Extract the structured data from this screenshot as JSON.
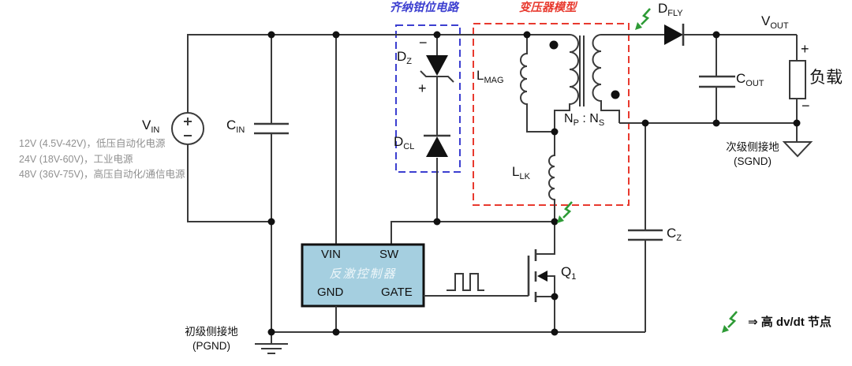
{
  "colors": {
    "wire": "#3a3a3a",
    "ink": "#111111",
    "clamp-blue": "#3c3fd0",
    "transformer-red": "#e8392e",
    "dvdt-green": "#2e9b36",
    "controller-fill": "#a5cfe0",
    "note-gray": "#909090",
    "controller-title": "#eef6f9"
  },
  "source": {
    "vin": {
      "main": "V",
      "sub": "IN"
    },
    "notes": [
      "12V (4.5V-42V)，低压自动化电源",
      "24V (18V-60V)，工业电源",
      "48V (36V-75V)，高压自动化/通信电源"
    ]
  },
  "input_cap": {
    "cin": {
      "main": "C",
      "sub": "IN"
    }
  },
  "clamp": {
    "title": "齐纳钳位电路",
    "dz": {
      "main": "D",
      "sub": "Z"
    },
    "dcl": {
      "main": "D",
      "sub": "CL"
    },
    "minus": "−",
    "plus": "+"
  },
  "transformer": {
    "title": "变压器模型",
    "lmag": {
      "main": "L",
      "sub": "MAG"
    },
    "llk": {
      "main": "L",
      "sub": "LK"
    },
    "np": {
      "main": "N",
      "sub": "P"
    },
    "colon": " : ",
    "ns": {
      "main": "N",
      "sub": "S"
    }
  },
  "controller": {
    "title": "反激控制器",
    "pin_vin": "VIN",
    "pin_sw": "SW",
    "pin_gnd": "GND",
    "pin_gate": "GATE"
  },
  "mosfet": {
    "q1": {
      "main": "Q",
      "sub": "1"
    }
  },
  "zcap": {
    "cz": {
      "main": "C",
      "sub": "Z"
    }
  },
  "output": {
    "dfly": {
      "main": "D",
      "sub": "FLY"
    },
    "vout": {
      "main": "V",
      "sub": "OUT"
    },
    "cout": {
      "main": "C",
      "sub": "OUT"
    },
    "load": "负载",
    "plus": "+",
    "minus": "−"
  },
  "grounds": {
    "pgnd_name": "初级侧接地",
    "pgnd_abbr": "(PGND)",
    "sgnd_name": "次级侧接地",
    "sgnd_abbr": "(SGND)"
  },
  "legend": {
    "high_dvdt": "⇒ 高 dv/dt 节点"
  }
}
